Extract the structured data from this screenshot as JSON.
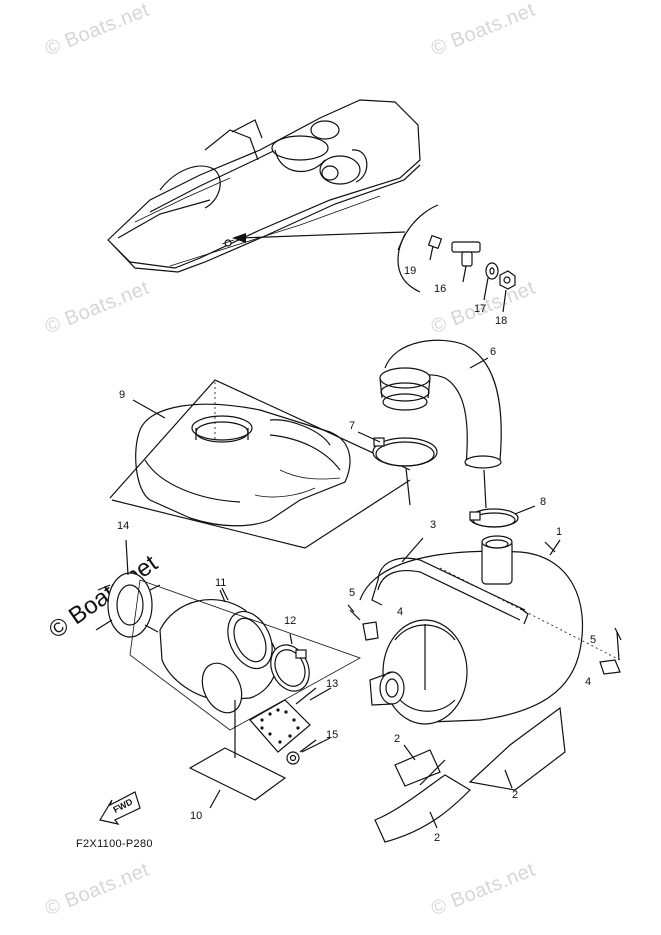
{
  "watermark": "© Boats.net",
  "reference_code": "F2X1100-P280",
  "fwd_label": "FWD",
  "callouts": [
    "1",
    "2",
    "2",
    "2",
    "3",
    "4",
    "4",
    "5",
    "5",
    "6",
    "7",
    "8",
    "9",
    "10",
    "11",
    "12",
    "13",
    "14",
    "15",
    "16",
    "17",
    "18",
    "19"
  ],
  "colors": {
    "line": "#111111",
    "watermark": "#d6d6d6",
    "background": "#ffffff"
  }
}
